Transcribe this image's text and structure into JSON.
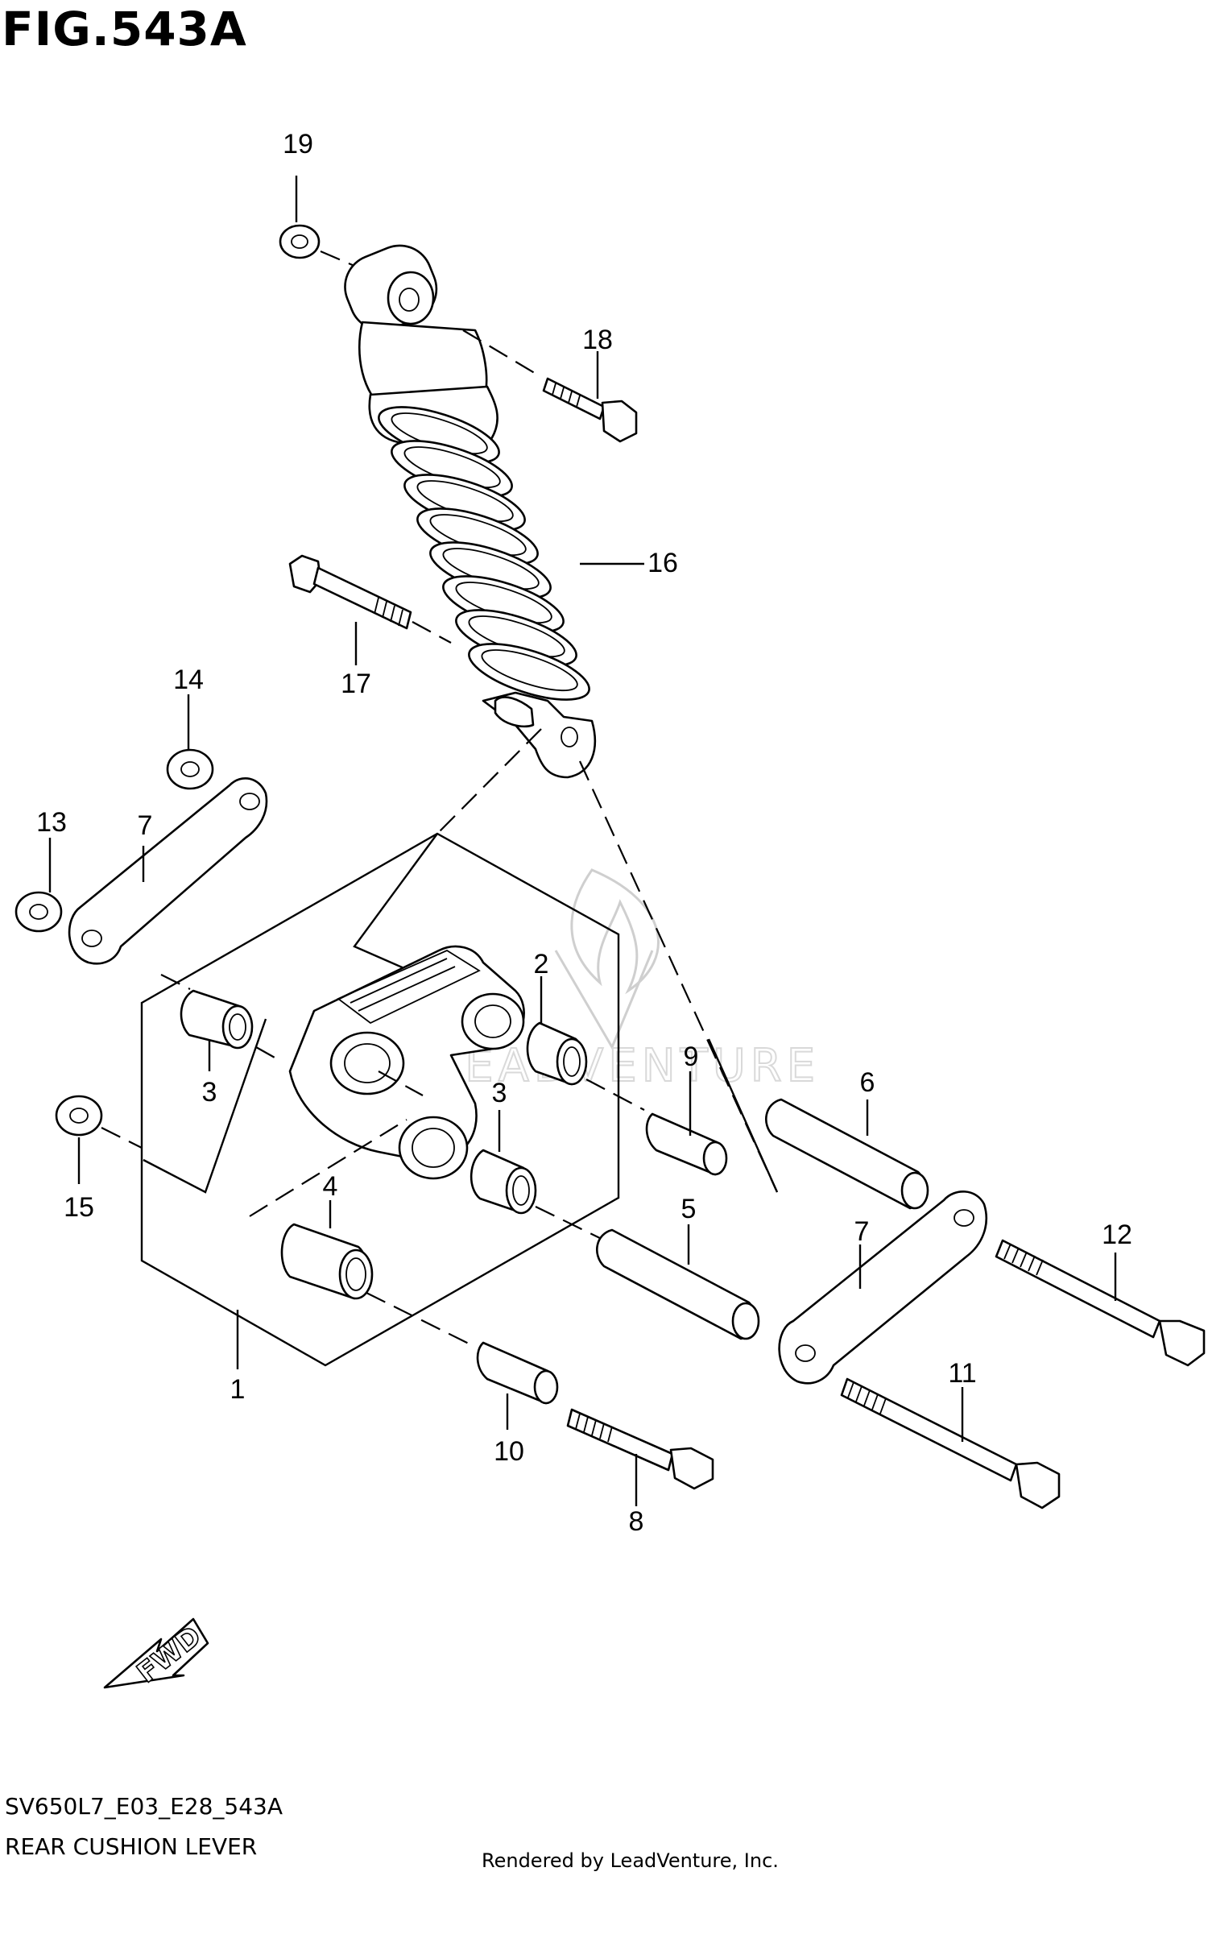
{
  "figure": {
    "title": "FIG.543A",
    "model_code": "SV650L7_E03_E28_543A",
    "description": "REAR CUSHION LEVER",
    "rendered_by": "Rendered by LeadVenture, Inc."
  },
  "callouts": {
    "c1": "1",
    "c2": "2",
    "c3a": "3",
    "c3b": "3",
    "c4": "4",
    "c5": "5",
    "c6": "6",
    "c7a": "7",
    "c7b": "7",
    "c8": "8",
    "c9": "9",
    "c10": "10",
    "c11": "11",
    "c12": "12",
    "c13": "13",
    "c14": "14",
    "c15": "15",
    "c16": "16",
    "c17": "17",
    "c18": "18",
    "c19": "19"
  },
  "direction_arrow": {
    "label": "FWD"
  },
  "watermark": {
    "text": "LEADVENTURE"
  }
}
